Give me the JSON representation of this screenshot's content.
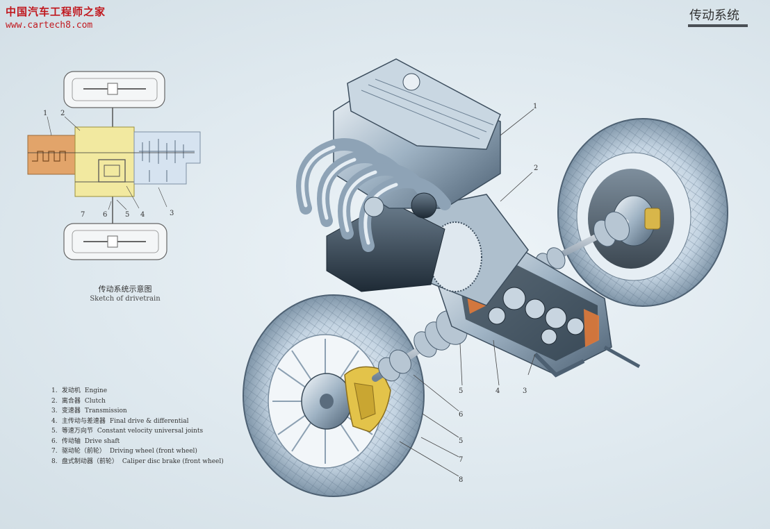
{
  "watermark": {
    "cn": "中国汽车工程师之家",
    "url": "www.cartech8.com"
  },
  "title": "传动系统",
  "schematic": {
    "caption_cn": "传动系统示意图",
    "caption_en": "Sketch of drivetrain",
    "labels": [
      "1",
      "2",
      "3",
      "4",
      "5",
      "6",
      "7"
    ]
  },
  "illustration": {
    "callouts": [
      "1",
      "2",
      "3",
      "4",
      "5",
      "6",
      "5",
      "7",
      "8"
    ]
  },
  "legend": [
    {
      "num": "1.",
      "cn": "发动机",
      "en": "Engine"
    },
    {
      "num": "2.",
      "cn": "离合器",
      "en": "Clutch"
    },
    {
      "num": "3.",
      "cn": "变速器",
      "en": "Transmission"
    },
    {
      "num": "4.",
      "cn": "主传动与差速器",
      "en": "Final drive & differential"
    },
    {
      "num": "5.",
      "cn": "等速万向节",
      "en": "Constant velocity universal joints"
    },
    {
      "num": "6.",
      "cn": "传动轴",
      "en": "Drive shaft"
    },
    {
      "num": "7.",
      "cn": "驱动轮（前轮）",
      "en": "Driving wheel (front wheel)"
    },
    {
      "num": "8.",
      "cn": "盘式制动器（前轮）",
      "en": "Caliper disc brake (front wheel)"
    }
  ],
  "colors": {
    "engine": "#e2a46a",
    "clutch": "#cfc0e0",
    "transaxle": "#f2e9a0",
    "gearbox": "#d6e3f0",
    "watermark": "#c0181e"
  }
}
